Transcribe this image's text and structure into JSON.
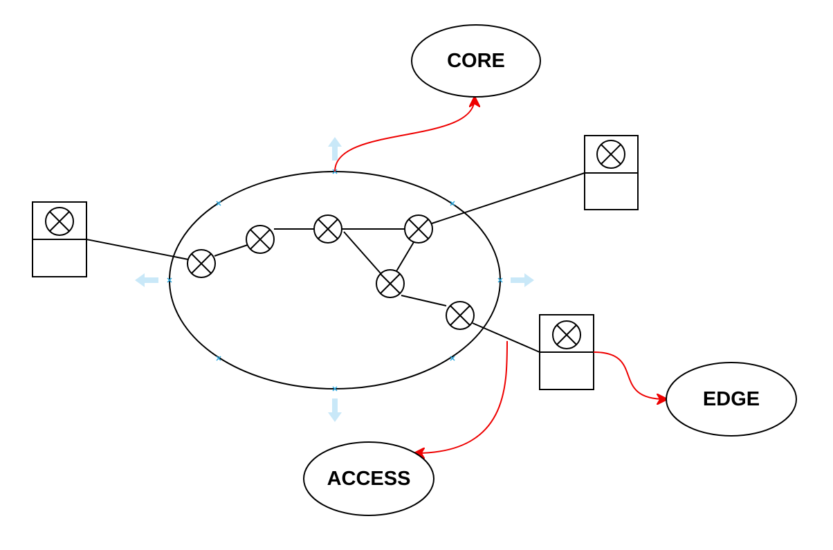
{
  "diagram": {
    "labels": {
      "core": "CORE",
      "edge": "EDGE",
      "access": "ACCESS"
    },
    "icons": {
      "node": "circle-cross-icon",
      "device": "device-box-icon",
      "resize_hint": "blue-direction-arrow"
    },
    "colors": {
      "line": "#000000",
      "connector": "#ee0000",
      "hint": "#c9e8f8",
      "handle": "#29a8e0"
    }
  }
}
